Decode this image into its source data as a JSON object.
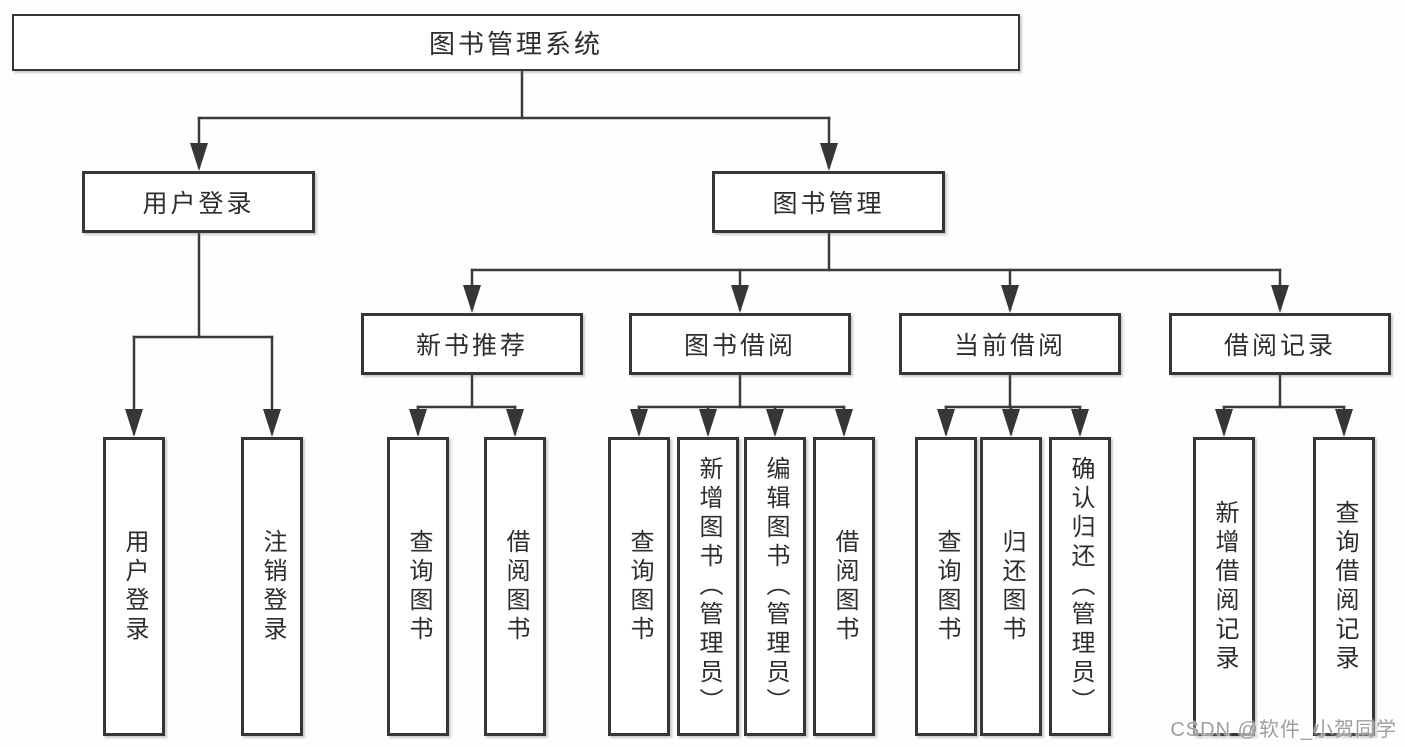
{
  "diagram_type": "functional-structure-tree",
  "colors": {
    "line": "#3a3a3a",
    "box_border": "#363636",
    "box_fill": "#ffffff",
    "text": "#2e2e2e",
    "watermark": "#9e9e9e"
  },
  "tree": {
    "label": "图书管理系统",
    "children": [
      {
        "label": "用户登录",
        "children": [
          {
            "label": "用户登录"
          },
          {
            "label": "注销登录"
          }
        ]
      },
      {
        "label": "图书管理",
        "children": [
          {
            "label": "新书推荐",
            "children": [
              {
                "label": "查询图书"
              },
              {
                "label": "借阅图书"
              }
            ]
          },
          {
            "label": "图书借阅",
            "children": [
              {
                "label": "查询图书"
              },
              {
                "label": "新增图书（管理员）"
              },
              {
                "label": "编辑图书（管理员）"
              },
              {
                "label": "借阅图书"
              }
            ]
          },
          {
            "label": "当前借阅",
            "children": [
              {
                "label": "查询图书"
              },
              {
                "label": "归还图书"
              },
              {
                "label": "确认归还（管理员）"
              }
            ]
          },
          {
            "label": "借阅记录",
            "children": [
              {
                "label": "新增借阅记录"
              },
              {
                "label": "查询借阅记录"
              }
            ]
          }
        ]
      }
    ]
  },
  "watermark": {
    "text": "CSDN @软件_小贺同学"
  }
}
